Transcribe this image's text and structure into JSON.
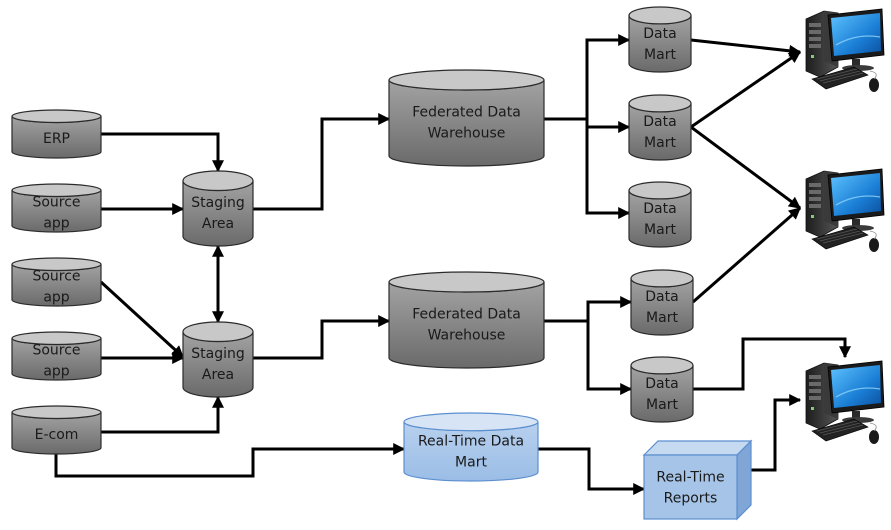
{
  "diagram": {
    "type": "data-warehouse-architecture",
    "colors": {
      "db_fill_top": "#c8c8c8",
      "db_fill_body_light": "#9a9a9a",
      "db_fill_body_dark": "#6c6c6c",
      "db_stroke": "#2b2b2b",
      "rt_fill_top": "#d6e4f5",
      "rt_fill_body": "#a6c4e8",
      "rt_stroke": "#5b8fcf",
      "connector": "#000000"
    },
    "nodes": {
      "erp": {
        "label": [
          "ERP"
        ],
        "kind": "database"
      },
      "source_app_1": {
        "label": [
          "Source",
          "app"
        ],
        "kind": "database"
      },
      "source_app_2": {
        "label": [
          "Source",
          "app"
        ],
        "kind": "database"
      },
      "source_app_3": {
        "label": [
          "Source",
          "app"
        ],
        "kind": "database"
      },
      "ecom": {
        "label": [
          "E-com"
        ],
        "kind": "database"
      },
      "staging_1": {
        "label": [
          "Staging",
          "Area"
        ],
        "kind": "database"
      },
      "staging_2": {
        "label": [
          "Staging",
          "Area"
        ],
        "kind": "database"
      },
      "fdw_1": {
        "label": [
          "Federated Data",
          "Warehouse"
        ],
        "kind": "database"
      },
      "fdw_2": {
        "label": [
          "Federated Data",
          "Warehouse"
        ],
        "kind": "database"
      },
      "rt_mart": {
        "label": [
          "Real-Time Data",
          "Mart"
        ],
        "kind": "database-realtime"
      },
      "mart_1": {
        "label": [
          "Data",
          "Mart"
        ],
        "kind": "database"
      },
      "mart_2": {
        "label": [
          "Data",
          "Mart"
        ],
        "kind": "database"
      },
      "mart_3": {
        "label": [
          "Data",
          "Mart"
        ],
        "kind": "database"
      },
      "mart_4": {
        "label": [
          "Data",
          "Mart"
        ],
        "kind": "database"
      },
      "mart_5": {
        "label": [
          "Data",
          "Mart"
        ],
        "kind": "database"
      },
      "rt_reports": {
        "label": [
          "Real-Time",
          "Reports"
        ],
        "kind": "cube"
      },
      "computer_1": {
        "label": [],
        "kind": "computer"
      },
      "computer_2": {
        "label": [],
        "kind": "computer"
      },
      "computer_3": {
        "label": [],
        "kind": "computer"
      }
    },
    "edges": [
      {
        "from": "erp",
        "to": "staging_1"
      },
      {
        "from": "source_app_1",
        "to": "staging_1"
      },
      {
        "from": "source_app_2",
        "to": "staging_2"
      },
      {
        "from": "source_app_3",
        "to": "staging_2"
      },
      {
        "from": "ecom",
        "to": "staging_2"
      },
      {
        "from": "ecom",
        "to": "rt_mart"
      },
      {
        "from": "staging_1",
        "to": "staging_2",
        "bidirectional": true
      },
      {
        "from": "staging_1",
        "to": "fdw_1"
      },
      {
        "from": "staging_2",
        "to": "fdw_2"
      },
      {
        "from": "fdw_1",
        "to": "mart_1"
      },
      {
        "from": "fdw_1",
        "to": "mart_2"
      },
      {
        "from": "fdw_1",
        "to": "mart_3"
      },
      {
        "from": "fdw_2",
        "to": "mart_4"
      },
      {
        "from": "fdw_2",
        "to": "mart_5"
      },
      {
        "from": "mart_1",
        "to": "computer_1"
      },
      {
        "from": "mart_2",
        "to": "computer_1"
      },
      {
        "from": "mart_2",
        "to": "computer_2"
      },
      {
        "from": "mart_4",
        "to": "computer_2"
      },
      {
        "from": "mart_5",
        "to": "computer_3"
      },
      {
        "from": "rt_mart",
        "to": "rt_reports"
      },
      {
        "from": "rt_reports",
        "to": "computer_3"
      }
    ]
  }
}
